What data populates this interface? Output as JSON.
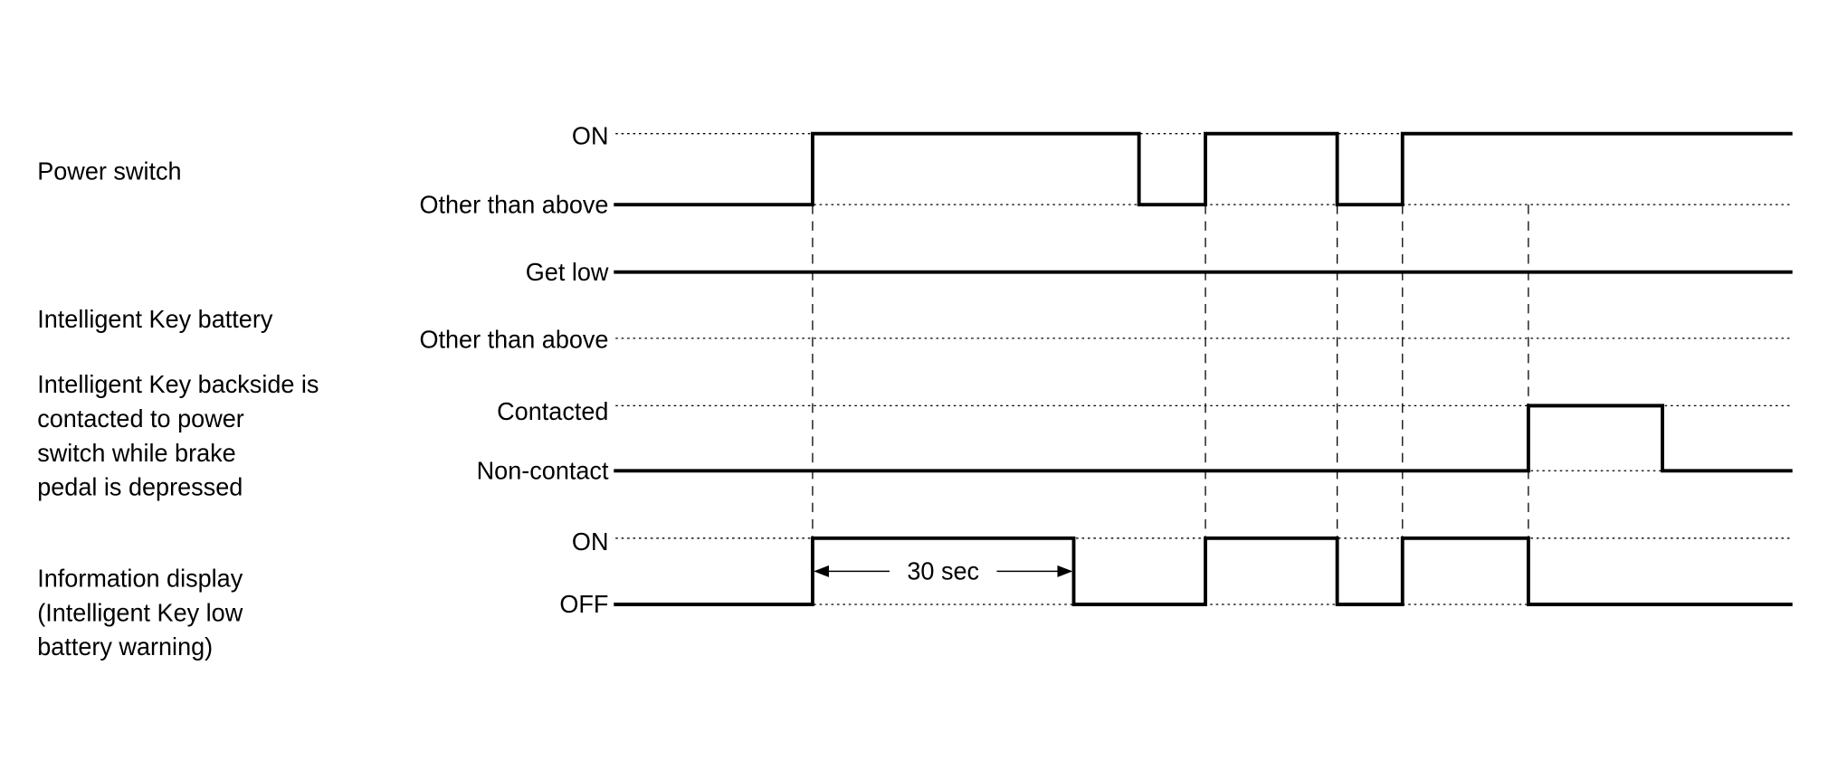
{
  "signals": [
    {
      "key": "power",
      "name_lines": [
        "Power switch"
      ],
      "high_label": "ON",
      "low_label": "Other than above",
      "initial": "low",
      "changes": [
        {
          "at": "t1",
          "to": "high"
        },
        {
          "at": "t3",
          "to": "low"
        },
        {
          "at": "t4",
          "to": "high"
        },
        {
          "at": "t5",
          "to": "low"
        },
        {
          "at": "t6",
          "to": "high"
        }
      ]
    },
    {
      "key": "battery",
      "name_lines": [
        "Intelligent Key battery"
      ],
      "high_label": "Get low",
      "low_label": "Other than above",
      "initial": "high",
      "changes": []
    },
    {
      "key": "contact",
      "name_lines": [
        "Intelligent Key backside is",
        "contacted to power",
        "switch while brake",
        "pedal is depressed"
      ],
      "high_label": "Contacted",
      "low_label": "Non-contact",
      "initial": "low",
      "changes": [
        {
          "at": "t7",
          "to": "high"
        },
        {
          "at": "t8",
          "to": "low"
        }
      ]
    },
    {
      "key": "display",
      "name_lines": [
        "Information display",
        "(Intelligent Key low",
        "battery warning)"
      ],
      "high_label": "ON",
      "low_label": "OFF",
      "initial": "low",
      "changes": [
        {
          "at": "t1",
          "to": "high"
        },
        {
          "at": "t2",
          "to": "low"
        },
        {
          "at": "t4",
          "to": "high"
        },
        {
          "at": "t5",
          "to": "low"
        },
        {
          "at": "t6",
          "to": "high"
        },
        {
          "at": "t7",
          "to": "low"
        }
      ]
    }
  ],
  "time_refs": [
    "t1",
    "t4",
    "t5",
    "t6",
    "t7"
  ],
  "duration_annotation": {
    "label": "30 sec",
    "from": "t1",
    "to": "t2"
  }
}
